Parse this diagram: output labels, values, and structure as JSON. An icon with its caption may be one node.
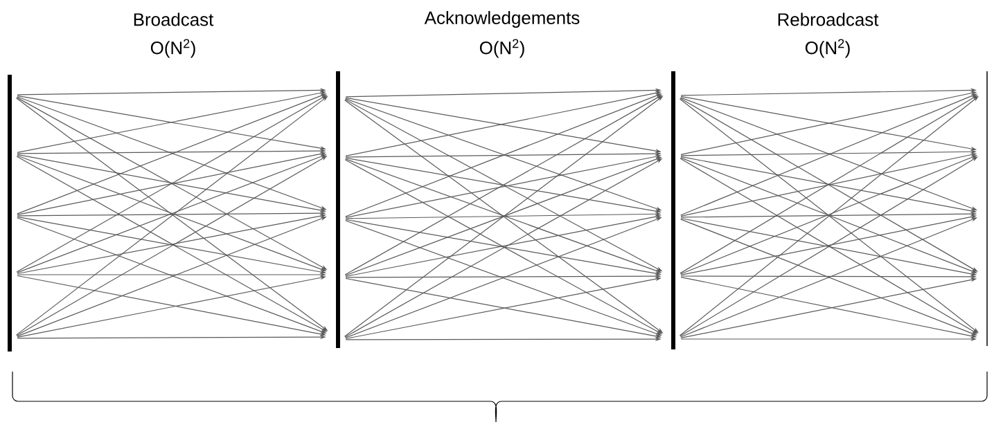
{
  "diagram": {
    "nodes": [
      {
        "text": [],
        "shape": "bar"
      },
      {
        "text": [],
        "shape": "bar"
      },
      {
        "text": [],
        "shape": "bar"
      },
      {
        "text": [],
        "shape": "bar"
      }
    ],
    "edges": [
      {
        "from": 0,
        "to": 1,
        "arrow": "to"
      },
      {
        "from": 0,
        "to": 1,
        "arrow": "to"
      },
      {
        "from": 0,
        "to": 1,
        "arrow": "to"
      },
      {
        "from": 0,
        "to": 1,
        "arrow": "to"
      },
      {
        "from": 0,
        "to": 1,
        "arrow": "to"
      },
      {
        "from": 0,
        "to": 1,
        "arrow": "to"
      },
      {
        "from": 0,
        "to": 1,
        "arrow": "to"
      },
      {
        "from": 0,
        "to": 1,
        "arrow": "to"
      },
      {
        "from": 0,
        "to": 1,
        "arrow": "to"
      },
      {
        "from": 0,
        "to": 1,
        "arrow": "to"
      },
      {
        "from": 0,
        "to": 1,
        "arrow": "to"
      },
      {
        "from": 0,
        "to": 1,
        "arrow": "to"
      },
      {
        "from": 0,
        "to": 1,
        "arrow": "to"
      },
      {
        "from": 0,
        "to": 1,
        "arrow": "to"
      },
      {
        "from": 0,
        "to": 1,
        "arrow": "to"
      },
      {
        "from": 0,
        "to": 1,
        "arrow": "to"
      },
      {
        "from": 0,
        "to": 1,
        "arrow": "to"
      },
      {
        "from": 0,
        "to": 1,
        "arrow": "to"
      },
      {
        "from": 0,
        "to": 1,
        "arrow": "to"
      },
      {
        "from": 0,
        "to": 1,
        "arrow": "to"
      },
      {
        "from": 0,
        "to": 1,
        "arrow": "to"
      },
      {
        "from": 0,
        "to": 1,
        "arrow": "to"
      },
      {
        "from": 0,
        "to": 1,
        "arrow": "to"
      },
      {
        "from": 0,
        "to": 1,
        "arrow": "to"
      },
      {
        "from": 0,
        "to": 1,
        "arrow": "to"
      },
      {
        "from": 1,
        "to": 2,
        "arrow": "to"
      },
      {
        "from": 1,
        "to": 2,
        "arrow": "to"
      },
      {
        "from": 1,
        "to": 2,
        "arrow": "to"
      },
      {
        "from": 1,
        "to": 2,
        "arrow": "to"
      },
      {
        "from": 1,
        "to": 2,
        "arrow": "to"
      },
      {
        "from": 1,
        "to": 2,
        "arrow": "to"
      },
      {
        "from": 1,
        "to": 2,
        "arrow": "to"
      },
      {
        "from": 1,
        "to": 2,
        "arrow": "to"
      },
      {
        "from": 1,
        "to": 2,
        "arrow": "to"
      },
      {
        "from": 1,
        "to": 2,
        "arrow": "to"
      },
      {
        "from": 1,
        "to": 2,
        "arrow": "to"
      },
      {
        "from": 1,
        "to": 2,
        "arrow": "to"
      },
      {
        "from": 1,
        "to": 2,
        "arrow": "to"
      },
      {
        "from": 1,
        "to": 2,
        "arrow": "to"
      },
      {
        "from": 1,
        "to": 2,
        "arrow": "to"
      },
      {
        "from": 1,
        "to": 2,
        "arrow": "to"
      },
      {
        "from": 1,
        "to": 2,
        "arrow": "to"
      },
      {
        "from": 1,
        "to": 2,
        "arrow": "to"
      },
      {
        "from": 1,
        "to": 2,
        "arrow": "to"
      },
      {
        "from": 1,
        "to": 2,
        "arrow": "to"
      },
      {
        "from": 1,
        "to": 2,
        "arrow": "to"
      },
      {
        "from": 1,
        "to": 2,
        "arrow": "to"
      },
      {
        "from": 1,
        "to": 2,
        "arrow": "to"
      },
      {
        "from": 1,
        "to": 2,
        "arrow": "to"
      },
      {
        "from": 1,
        "to": 2,
        "arrow": "to"
      },
      {
        "from": 2,
        "to": 3,
        "arrow": "to"
      },
      {
        "from": 2,
        "to": 3,
        "arrow": "to"
      },
      {
        "from": 2,
        "to": 3,
        "arrow": "to"
      },
      {
        "from": 2,
        "to": 3,
        "arrow": "to"
      },
      {
        "from": 2,
        "to": 3,
        "arrow": "to"
      },
      {
        "from": 2,
        "to": 3,
        "arrow": "to"
      },
      {
        "from": 2,
        "to": 3,
        "arrow": "to"
      },
      {
        "from": 2,
        "to": 3,
        "arrow": "to"
      },
      {
        "from": 2,
        "to": 3,
        "arrow": "to"
      },
      {
        "from": 2,
        "to": 3,
        "arrow": "to"
      },
      {
        "from": 2,
        "to": 3,
        "arrow": "to"
      },
      {
        "from": 2,
        "to": 3,
        "arrow": "to"
      },
      {
        "from": 2,
        "to": 3,
        "arrow": "to"
      },
      {
        "from": 2,
        "to": 3,
        "arrow": "to"
      },
      {
        "from": 2,
        "to": 3,
        "arrow": "to"
      },
      {
        "from": 2,
        "to": 3,
        "arrow": "to"
      },
      {
        "from": 2,
        "to": 3,
        "arrow": "to"
      },
      {
        "from": 2,
        "to": 3,
        "arrow": "to"
      },
      {
        "from": 2,
        "to": 3,
        "arrow": "to"
      },
      {
        "from": 2,
        "to": 3,
        "arrow": "to"
      },
      {
        "from": 2,
        "to": 3,
        "arrow": "to"
      },
      {
        "from": 2,
        "to": 3,
        "arrow": "to"
      },
      {
        "from": 2,
        "to": 3,
        "arrow": "to"
      },
      {
        "from": 2,
        "to": 3,
        "arrow": "to"
      },
      {
        "from": 2,
        "to": 3,
        "arrow": "to"
      }
    ],
    "labels": [
      "Broadcast",
      "O(N$^{2}$)",
      "Acknowledgements",
      "O(N$^{2}$)",
      "Rebroadcast",
      "O(N$^{2}$)"
    ]
  }
}
